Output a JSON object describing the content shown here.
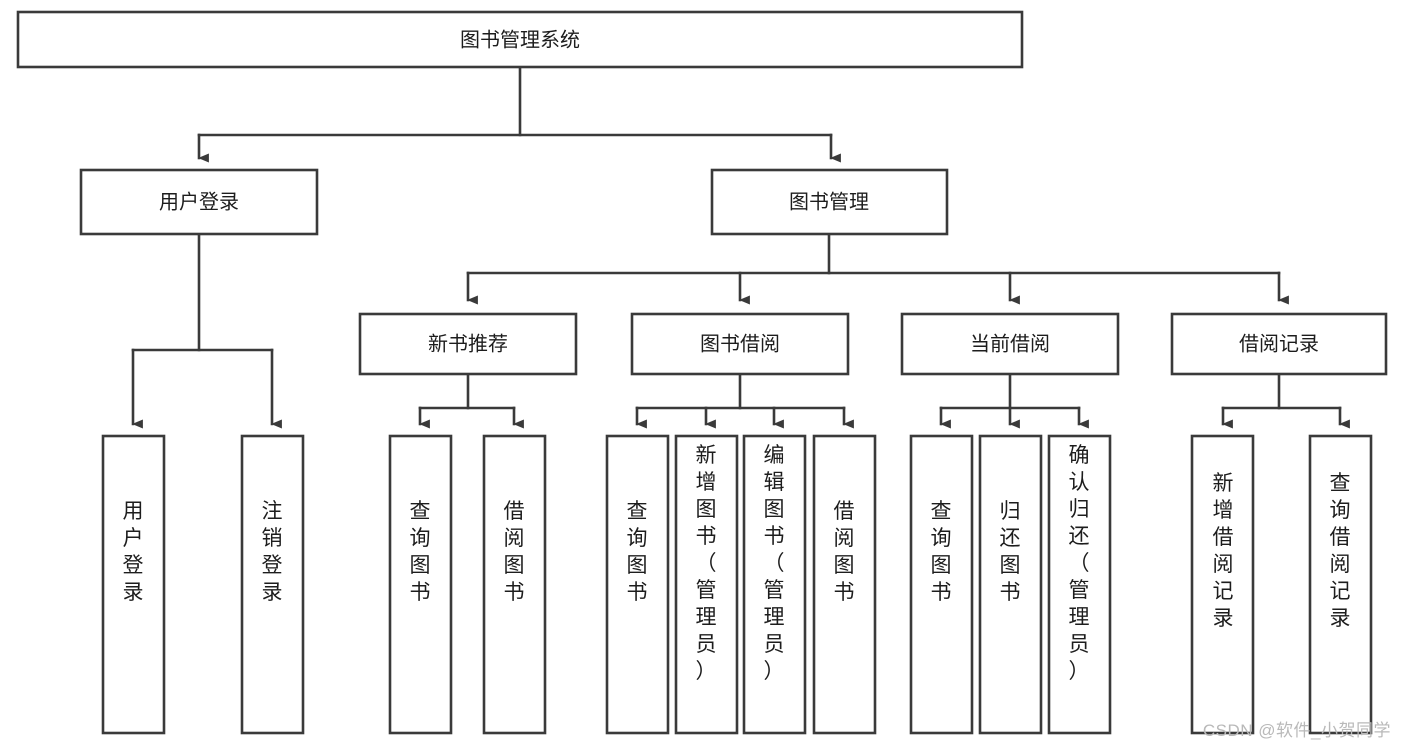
{
  "diagram": {
    "type": "tree",
    "title": "图书管理系统",
    "watermark": "CSDN @软件_小贺同学",
    "colors": {
      "stroke": "#3a3a3a",
      "fill": "#ffffff",
      "text": "#1d1d1d",
      "watermark": "#b9b9b9"
    },
    "nodes": {
      "root": {
        "label": "图书管理系统",
        "orientation": "horizontal"
      },
      "level2": [
        {
          "id": "user-login",
          "label": "用户登录",
          "orientation": "horizontal"
        },
        {
          "id": "book-manage",
          "label": "图书管理",
          "orientation": "horizontal"
        }
      ],
      "level3": [
        {
          "id": "new-book-recommend",
          "label": "新书推荐",
          "orientation": "horizontal"
        },
        {
          "id": "book-borrow",
          "label": "图书借阅",
          "orientation": "horizontal"
        },
        {
          "id": "current-borrow",
          "label": "当前借阅",
          "orientation": "horizontal"
        },
        {
          "id": "borrow-record",
          "label": "借阅记录",
          "orientation": "horizontal"
        }
      ],
      "leaves": [
        {
          "id": "leaf-user-login",
          "parent": "user-login",
          "label": "用户登录",
          "orientation": "vertical"
        },
        {
          "id": "leaf-logout",
          "parent": "user-login",
          "label": "注销登录",
          "orientation": "vertical"
        },
        {
          "id": "leaf-query-book-1",
          "parent": "new-book-recommend",
          "label": "查询图书",
          "orientation": "vertical"
        },
        {
          "id": "leaf-borrow-book-1",
          "parent": "new-book-recommend",
          "label": "借阅图书",
          "orientation": "vertical"
        },
        {
          "id": "leaf-query-book-2",
          "parent": "book-borrow",
          "label": "查询图书",
          "orientation": "vertical"
        },
        {
          "id": "leaf-add-book",
          "parent": "book-borrow",
          "label": "新增图书（管理员）",
          "orientation": "vertical"
        },
        {
          "id": "leaf-edit-book",
          "parent": "book-borrow",
          "label": "编辑图书（管理员）",
          "orientation": "vertical"
        },
        {
          "id": "leaf-borrow-book-2",
          "parent": "book-borrow",
          "label": "借阅图书",
          "orientation": "vertical"
        },
        {
          "id": "leaf-query-book-3",
          "parent": "current-borrow",
          "label": "查询图书",
          "orientation": "vertical"
        },
        {
          "id": "leaf-return-book",
          "parent": "current-borrow",
          "label": "归还图书",
          "orientation": "vertical"
        },
        {
          "id": "leaf-confirm-return",
          "parent": "current-borrow",
          "label": "确认归还（管理员）",
          "orientation": "vertical"
        },
        {
          "id": "leaf-add-record",
          "parent": "borrow-record",
          "label": "新增借阅记录",
          "orientation": "vertical"
        },
        {
          "id": "leaf-query-record",
          "parent": "borrow-record",
          "label": "查询借阅记录",
          "orientation": "vertical"
        }
      ]
    }
  }
}
